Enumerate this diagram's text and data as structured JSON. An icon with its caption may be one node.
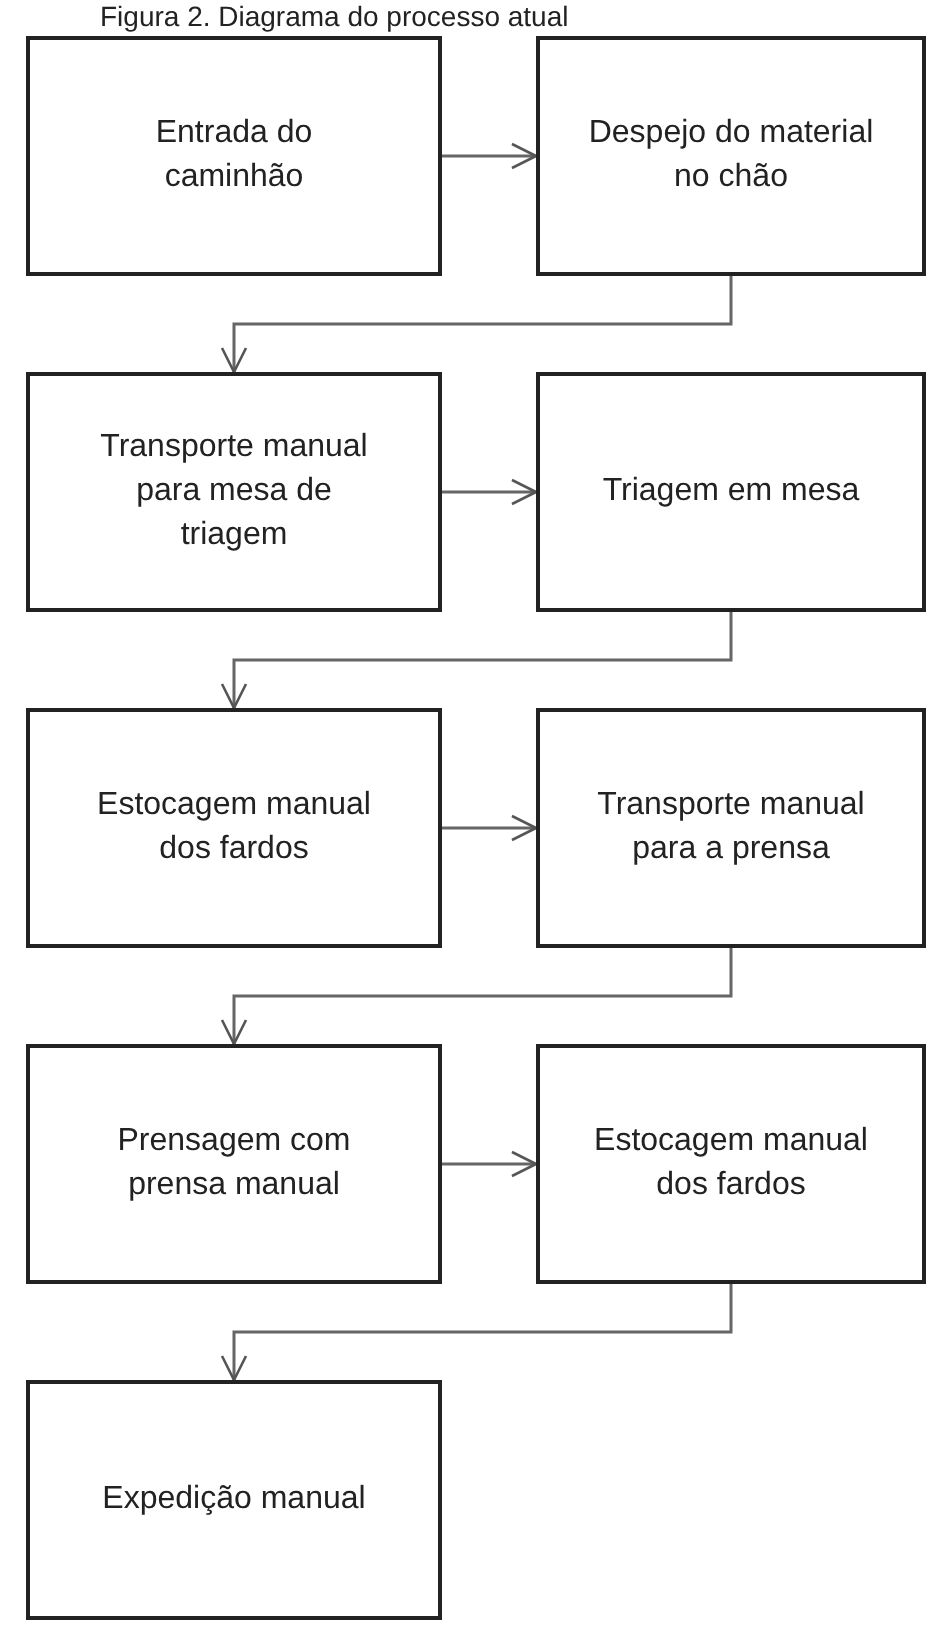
{
  "diagram": {
    "title": "Figura 2. Diagrama do processo atual",
    "nodes": [
      {
        "text": [
          "Entrada do caminhão"
        ]
      },
      {
        "text": [
          "Despejo do material no chão"
        ]
      },
      {
        "text": [
          "Transporte manual para mesa de triagem"
        ]
      },
      {
        "text": [
          "Triagem em mesa"
        ]
      },
      {
        "text": [
          "Estocagem manual dos fardos"
        ]
      },
      {
        "text": [
          "Transporte manual para a prensa"
        ]
      },
      {
        "text": [
          "Prensagem com prensa manual"
        ]
      },
      {
        "text": [
          "Estocagem manual dos fardos"
        ]
      },
      {
        "text": [
          "Expedição manual"
        ]
      }
    ],
    "edges": [
      {
        "from": 0,
        "to": 1,
        "arrow": "to"
      },
      {
        "from": 1,
        "to": 2,
        "arrow": "to"
      },
      {
        "from": 2,
        "to": 3,
        "arrow": "to"
      },
      {
        "from": 3,
        "to": 4,
        "arrow": "to"
      },
      {
        "from": 4,
        "to": 5,
        "arrow": "to"
      },
      {
        "from": 5,
        "to": 6,
        "arrow": "to"
      },
      {
        "from": 6,
        "to": 7,
        "arrow": "to"
      },
      {
        "from": 7,
        "to": 8,
        "arrow": "to"
      }
    ]
  }
}
